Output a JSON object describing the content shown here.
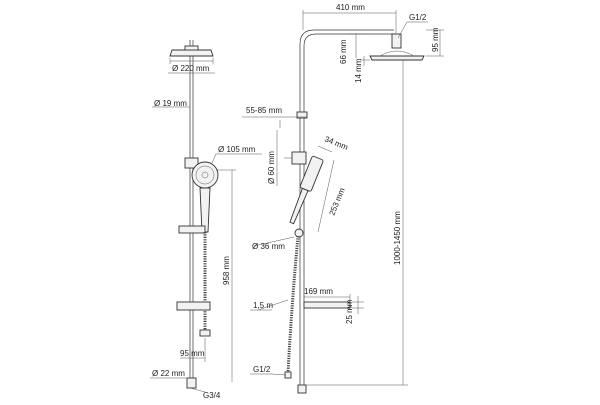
{
  "labels": {
    "d220": "Ø 220 mm",
    "d19": "Ø 19 mm",
    "d105": "Ø 105 mm",
    "h958": "958 mm",
    "w95": "95 mm",
    "d22": "Ø 22 mm",
    "g34": "G3/4",
    "w410": "410 mm",
    "g12top": "G1/2",
    "h95": "95 mm",
    "h66": "66 mm",
    "h14": "14 mm",
    "r5585": "55-85 mm",
    "d60": "Ø 60 mm",
    "w34": "34 mm",
    "l253": "253 mm",
    "d36": "Ø 36 mm",
    "h10001450": "1000-1450 mm",
    "w169": "169 mm",
    "hose15": "1,5 m",
    "h25": "25 mm",
    "g12bottom": "G1/2"
  }
}
